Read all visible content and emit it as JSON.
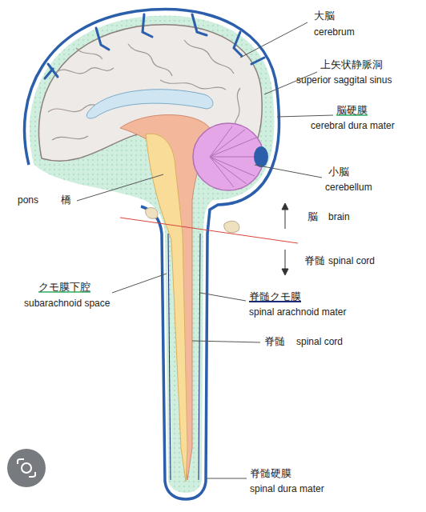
{
  "diagram": {
    "labels": [
      "大脳",
      "cerebrum",
      "上矢状静脈洞",
      "superior saggital sinus",
      "脳硬膜",
      "cerebral dura mater",
      "小脳",
      "cerebellum",
      "pons",
      "橋",
      "脳",
      "brain",
      "脊髄",
      "spinal cord",
      "クモ膜下腔",
      "subarachnoid space",
      "脊髄クモ膜",
      "spinal arachnoid mater",
      "脊髄",
      "spinal cord",
      "脊髄硬膜",
      "spinal dura mater"
    ]
  }
}
